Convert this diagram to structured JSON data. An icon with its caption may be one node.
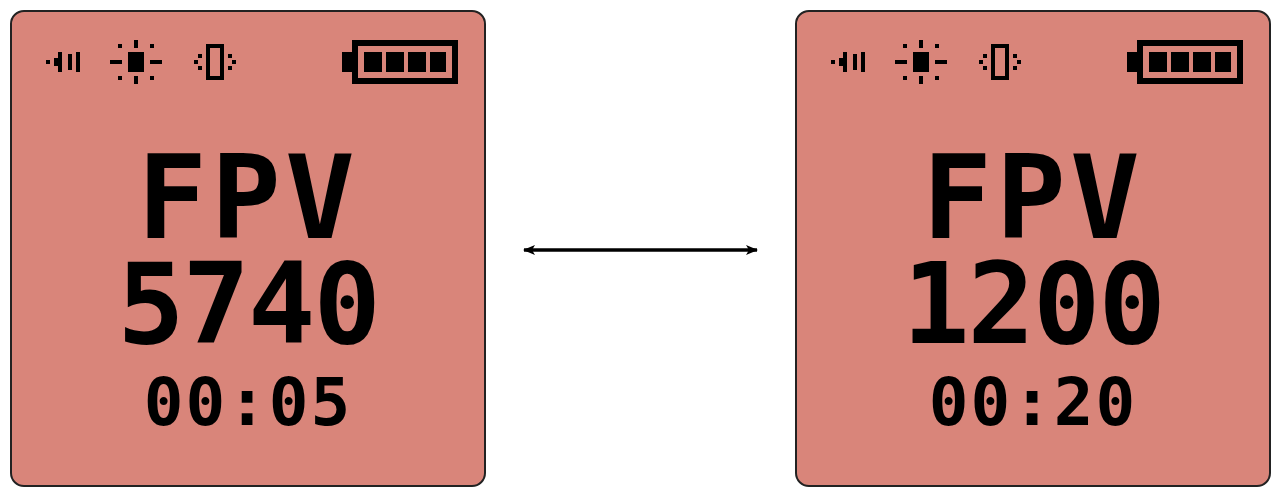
{
  "diagram": {
    "nodes": [
      {
        "text": [
          "FPV",
          "5740",
          "00:05"
        ]
      },
      {
        "text": [
          "FPV",
          "1200",
          "00:20"
        ]
      }
    ],
    "edges": [
      {
        "from": 0,
        "to": 1,
        "arrow": "both"
      }
    ]
  }
}
